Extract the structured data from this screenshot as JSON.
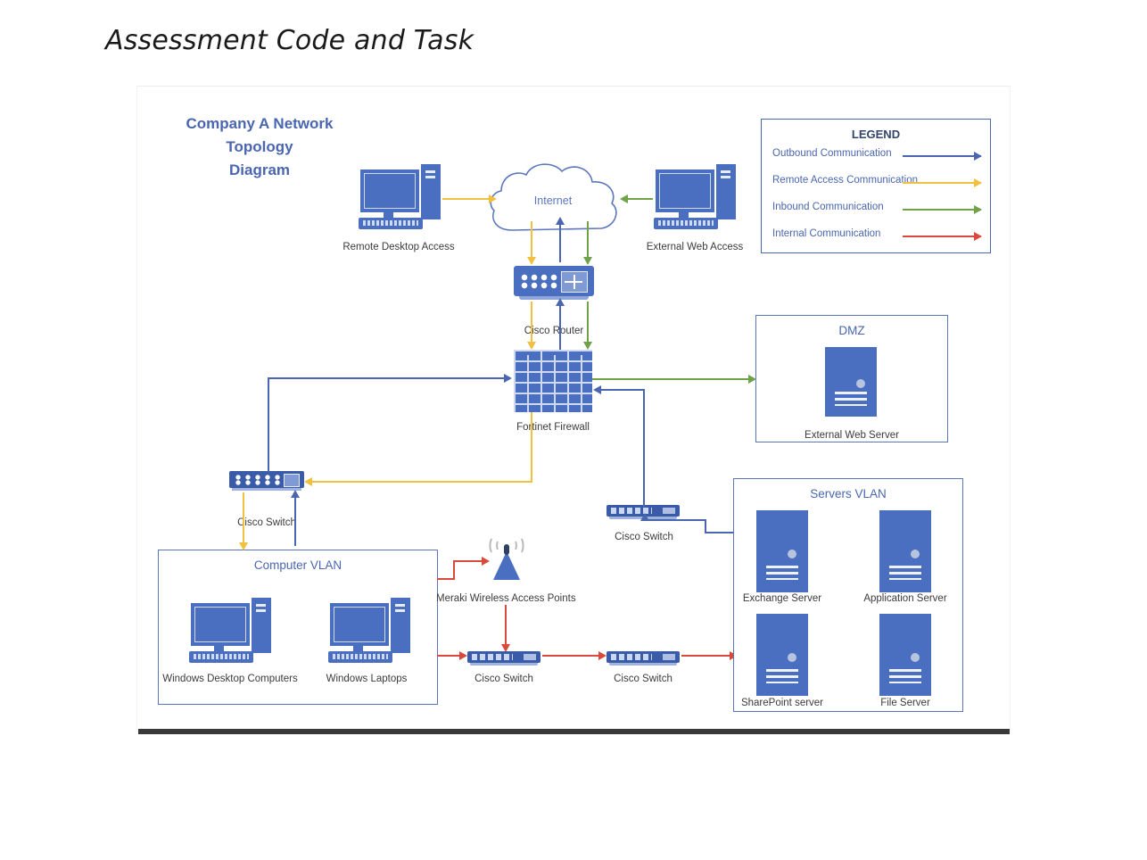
{
  "slide": {
    "title": "Assessment Code and Task"
  },
  "diagram": {
    "title_line1": "Company A Network",
    "title_line2": "Topology",
    "title_line3": "Diagram"
  },
  "legend": {
    "title": "LEGEND",
    "items": [
      {
        "label": "Outbound Communication",
        "color": "#4a66b0"
      },
      {
        "label": "Remote Access  Communication",
        "color": "#f0c040"
      },
      {
        "label": "Inbound  Communication",
        "color": "#70a24a"
      },
      {
        "label": "Internal Communication",
        "color": "#d94a3d"
      }
    ]
  },
  "nodes": {
    "remote_desktop": "Remote Desktop Access",
    "external_web_access": "External Web Access",
    "internet": "Internet",
    "cisco_router": "Cisco Router",
    "fortinet_firewall": "Fortinet Firewall",
    "switch_left": "Cisco Switch",
    "switch_mid_right": "Cisco Switch",
    "switch_bottom_1": "Cisco Switch",
    "switch_bottom_2": "Cisco Switch",
    "wireless_ap": "Meraki Wireless Access Points",
    "windows_desktops": "Windows Desktop Computers",
    "windows_laptops": "Windows Laptops"
  },
  "zones": {
    "dmz": {
      "title": "DMZ",
      "server": "External Web Server"
    },
    "computer_vlan": {
      "title": "Computer VLAN"
    },
    "servers_vlan": {
      "title": "Servers VLAN",
      "servers": [
        "Exchange Server",
        "Application Server",
        "SharePoint server",
        "File Server"
      ]
    }
  },
  "colors": {
    "outbound_blue": "#4a66b0",
    "remote_yellow": "#f0c040",
    "inbound_green": "#70a24a",
    "internal_red": "#d94a3d",
    "device_blue": "#4a6ec0",
    "zone_border": "#5b76bd",
    "title_blue": "#4a66b0"
  },
  "icons": {
    "desktop": "desktop-computer-icon",
    "cloud": "internet-cloud-icon",
    "router": "router-icon",
    "firewall": "brick-firewall-icon",
    "switch": "network-switch-icon",
    "server": "server-tower-icon",
    "wap": "wireless-access-point-icon"
  }
}
